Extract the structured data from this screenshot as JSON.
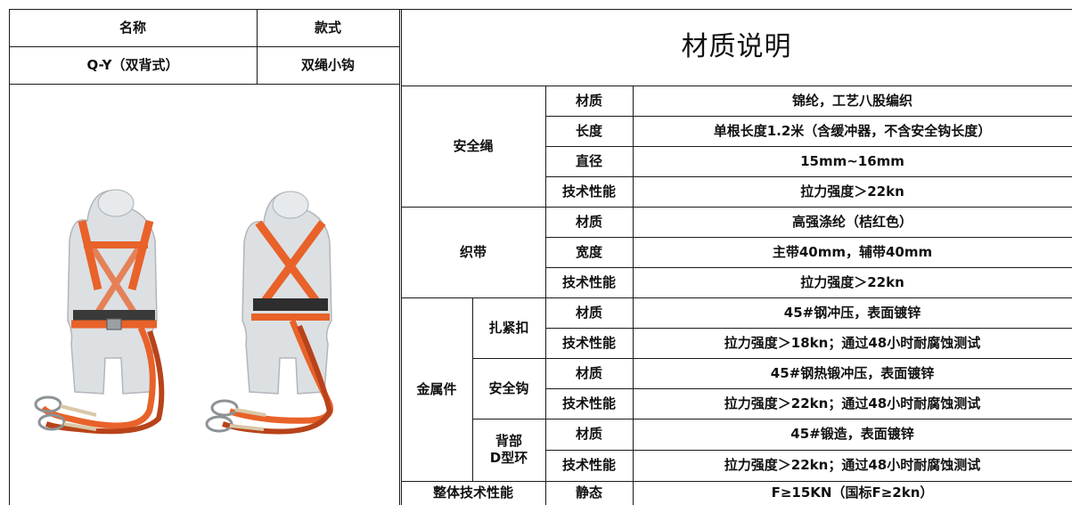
{
  "header": {
    "name_label": "名称",
    "style_label": "款式",
    "name_value": "Q-Y（双背式）",
    "style_value": "双绳小钩",
    "title": "材质说明"
  },
  "groups": {
    "rope": "安全绳",
    "webbing": "织带",
    "metal": "金属件",
    "overall": "整体技术性能"
  },
  "subgroups": {
    "buckle": "扎紧扣",
    "hook": "安全钩",
    "dring_line1": "背部",
    "dring_line2": "D型环"
  },
  "rows": [
    {
      "attr": "材质",
      "value": "锦纶，工艺八股编织"
    },
    {
      "attr": "长度",
      "value": "单根长度1.2米（含缓冲器，不含安全钩长度）"
    },
    {
      "attr": "直径",
      "value": "15mm~16mm"
    },
    {
      "attr": "技术性能",
      "value": "拉力强度＞22kn"
    },
    {
      "attr": "材质",
      "value": "高强涤纶（桔红色）"
    },
    {
      "attr": "宽度",
      "value": "主带40mm，辅带40mm"
    },
    {
      "attr": "技术性能",
      "value": "拉力强度＞22kn"
    },
    {
      "attr": "材质",
      "value": "45#钢冲压，表面镀锌"
    },
    {
      "attr": "技术性能",
      "value": "拉力强度＞18kn；通过48小时耐腐蚀测试"
    },
    {
      "attr": "材质",
      "value": "45#钢热锻冲压，表面镀锌"
    },
    {
      "attr": "技术性能",
      "value": "拉力强度＞22kn；通过48小时耐腐蚀测试"
    },
    {
      "attr": "材质",
      "value": "45#锻造，表面镀锌"
    },
    {
      "attr": "技术性能",
      "value": "拉力强度＞22kn；通过48小时耐腐蚀测试"
    },
    {
      "attr": "静态",
      "value": "F≥15KN（国标F≥2kn）"
    }
  ],
  "colors": {
    "line": "#1a1a1a",
    "strap": "#e8622a",
    "strap_dark": "#b8431a",
    "body": "#d9dde0",
    "rope": "#d8c8a8"
  }
}
